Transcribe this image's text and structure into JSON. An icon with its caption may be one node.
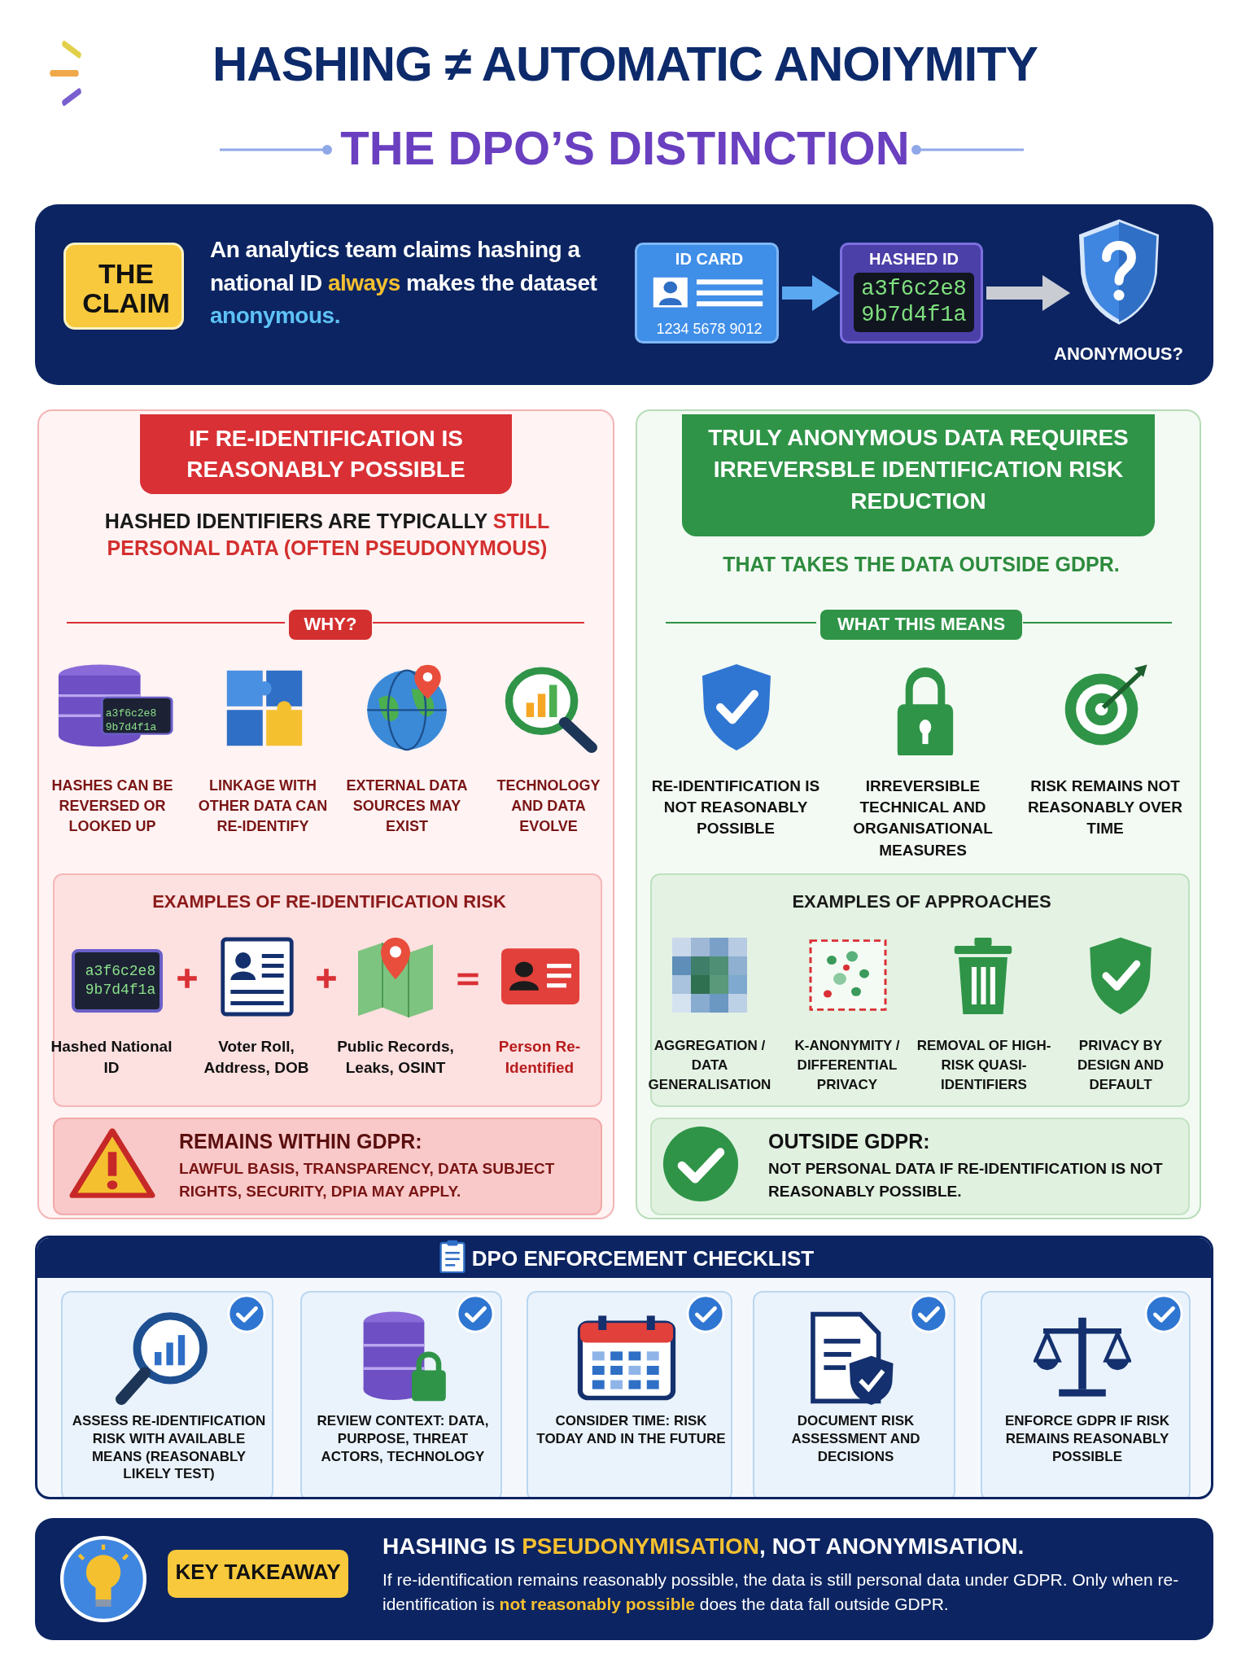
{
  "diagram": {
    "title": "HASHING ≠ AUTOMATIC ANOIYMITY",
    "nodes": [
      {
        "text": [
          "An analytics team claims hashing a national ID **always** makes the dataset **anonymous.**"
        ]
      },
      {
        "text": [
          "THE CLAIM"
        ],
        "in": 0
      },
      {
        "text": [
          "ID CARD",
          "1234 5678 9012"
        ],
        "in": 0
      },
      {
        "text": [
          "HASHED ID",
          "a3f6c2e8 9b7d4f1a"
        ],
        "in": 0
      },
      {
        "text": [
          "ANONYMOUS?"
        ],
        "in": 0
      },
      {
        "text": [
          "HASHED IDENTIFIERS ARE TYPICALLY **STILL PERSONAL DATA (OFTEN PSEUDONYMOUS)**"
        ]
      },
      {
        "text": [
          "IF RE-IDENTIFICATION IS REASONABLY POSSIBLE"
        ],
        "in": 5
      },
      {
        "text": [
          "WHY?"
        ],
        "in": 5
      },
      {
        "text": [
          "EXAMPLES OF RE-IDENTIFICATION RISK"
        ],
        "in": 5
      },
      {
        "text": [
          "a3f6c2e8 9b7d4f1a"
        ],
        "in": 8
      },
      {
        "text": [
          "REMAINS WITHIN GDPR:",
          "LAWFUL BASIS, TRANSPARENCY, DATA SUBJECT RIGHTS, SECURITY, DPIA MAY APPLY."
        ],
        "in": 5
      },
      {
        "text": [
          "THAT TAKES THE DATA OUTSIDE GDPR."
        ]
      },
      {
        "text": [
          "TRULY ANONYMOUS DATA REQUIRES IRREVERSBLE IDENTIFICATION RISK REDUCTION"
        ],
        "in": 11
      },
      {
        "text": [
          "WHAT THIS MEANS"
        ],
        "in": 11
      },
      {
        "text": [
          "EXAMPLES OF APPROACHES"
        ],
        "in": 11
      },
      {
        "text": [
          "OUTSIDE GDPR:",
          "NOT PERSONAL DATA IF RE-IDENTIFICATION IS NOT REASONABLY POSSIBLE."
        ],
        "in": 11
      },
      {
        "text": [
          "DPO ENFORCEMENT CHECKLIST"
        ]
      },
      {
        "text": [
          "ASSESS RE-IDENTIFICATION RISK WITH AVAILABLE MEANS (REASONABLY LIKELY TEST)"
        ],
        "in": 16
      },
      {
        "text": [
          "REVIEW CONTEXT: DATA, PURPOSE, THREAT ACTORS, TECHNOLOGY"
        ],
        "in": 16
      },
      {
        "text": [
          "CONSIDER TIME: RISK TODAY AND IN THE FUTURE"
        ],
        "in": 16
      },
      {
        "text": [
          "DOCUMENT RISK ASSESSMENT AND DECISIONS"
        ],
        "in": 16
      },
      {
        "text": [
          "ENFORCE GDPR IF RISK REMAINS REASONABLY POSSIBLE"
        ],
        "in": 16
      },
      {
        "text": [
          "HASHING IS **PSEUDONYMISATION**, NOT ANONYMISATION.",
          "If re-identification remains reasonably possible, the data is still personal data under GDPR. Only when re-identification is **not reasonably possible** does the data fall outside GDPR."
        ]
      },
      {
        "text": [
          "KEY TAKEAWAY"
        ],
        "in": 22
      }
    ],
    "edges": [
      {
        "from": 2,
        "to": 3,
        "arrow": "to",
        "color": "#5aa9f0"
      },
      {
        "from": 3,
        "to": 4,
        "arrow": "to",
        "color": "#c9ccd3"
      }
    ],
    "labels": [
      "THE DPO’S DISTINCTION",
      "a3f6c2e8 9b7d4f1a",
      "HASHES CAN BE REVERSED OR LOOKED UP",
      "LINKAGE WITH OTHER DATA CAN RE-IDENTIFY",
      "EXTERNAL DATA SOURCES MAY EXIST",
      "TECHNOLOGY AND DATA EVOLVE",
      "Hashed National ID",
      "Voter Roll, Address, DOB",
      "Public Records, Leaks, OSINT",
      "Person Re-Identified",
      "RE-IDENTIFICATION IS NOT REASONABLY POSSIBLE",
      "IRREVERSIBLE TECHNICAL AND ORGANISATIONAL MEASURES",
      "RISK REMAINS NOT REASONABLY OVER TIME",
      "AGGREGATION / DATA GENERALISATION",
      "K-ANONYMITY / DIFFERENTIAL PRIVACY",
      "REMOVAL OF HIGH-RISK QUASI-IDENTIFIERS",
      "PRIVACY BY DESIGN AND DEFAULT"
    ]
  }
}
